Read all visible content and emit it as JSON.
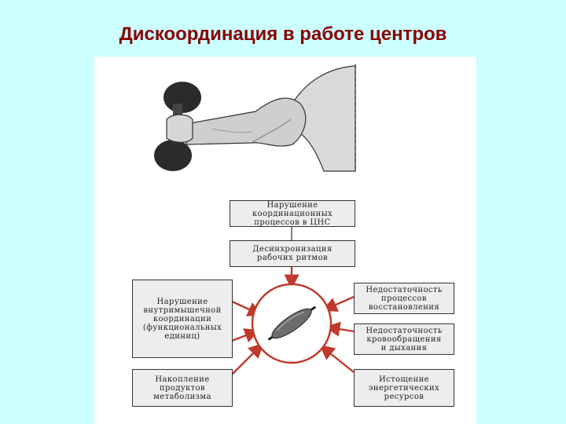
{
  "slide": {
    "title": "Дискоординация в работе центров"
  },
  "diagram": {
    "center_icon": "muscle-icon",
    "illustration_icon": "arm-with-dumbbell-icon",
    "accent_color": "#c0392b",
    "boxes": {
      "cns": "Нарушение\nкоординационных\nпроцессов в ЦНС",
      "desync": "Десинхронизация\nрабочих ритмов",
      "intramuscular": "Нарушение\nвнутримышечной\nкоординации\n(функциональных\nединиц)",
      "metabolism": "Накопление\nпродуктов\nметаболизма",
      "recovery": "Недостаточность\nпроцессов\nвосстановления",
      "circulation": "Недостаточность\nкровообращения\nи дыхания",
      "energy": "Истощение\nэнергетических\nресурсов"
    }
  }
}
